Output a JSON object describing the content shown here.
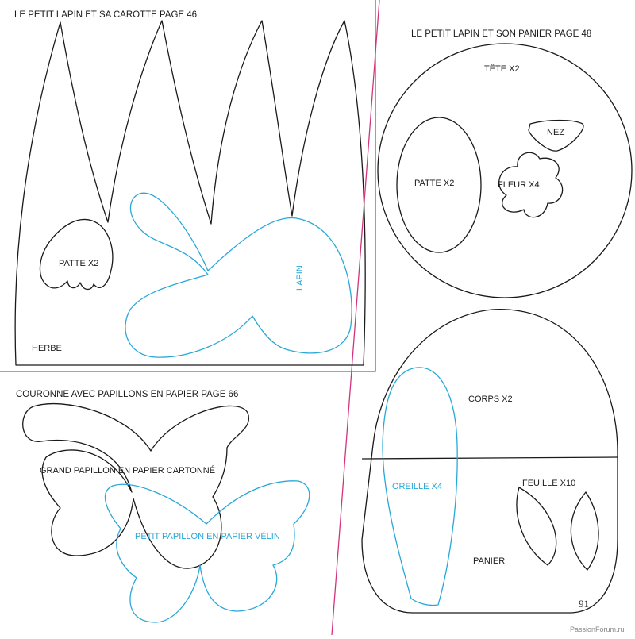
{
  "colors": {
    "outline": "#1a1a1a",
    "accent_blue": "#29a8d8",
    "divider_magenta": "#d0357d"
  },
  "sections": {
    "top_left": {
      "title": "LE PETIT LAPIN ET SA CAROTTE PAGE 46",
      "labels": {
        "patte": "PATTE X2",
        "lapin": "LAPIN",
        "herbe": "HERBE"
      }
    },
    "top_right": {
      "title": "LE PETIT LAPIN ET SON PANIER PAGE 48",
      "labels": {
        "tete": "TÊTE X2",
        "nez": "NEZ",
        "patte": "PATTE X2",
        "fleur": "FLEUR X4"
      }
    },
    "bottom_left": {
      "title": "COURONNE AVEC PAPILLONS EN PAPIER PAGE 66",
      "labels": {
        "grand": "GRAND PAPILLON EN PAPIER CARTONNÉ",
        "petit": "PETIT PAPILLON EN PAPIER VÉLIN"
      }
    },
    "bottom_right": {
      "labels": {
        "corps": "CORPS X2",
        "oreille": "OREILLE X4",
        "feuille": "FEUILLE X10",
        "panier": "PANIER"
      }
    }
  },
  "page_number": "91",
  "watermark": "PassionForum.ru"
}
